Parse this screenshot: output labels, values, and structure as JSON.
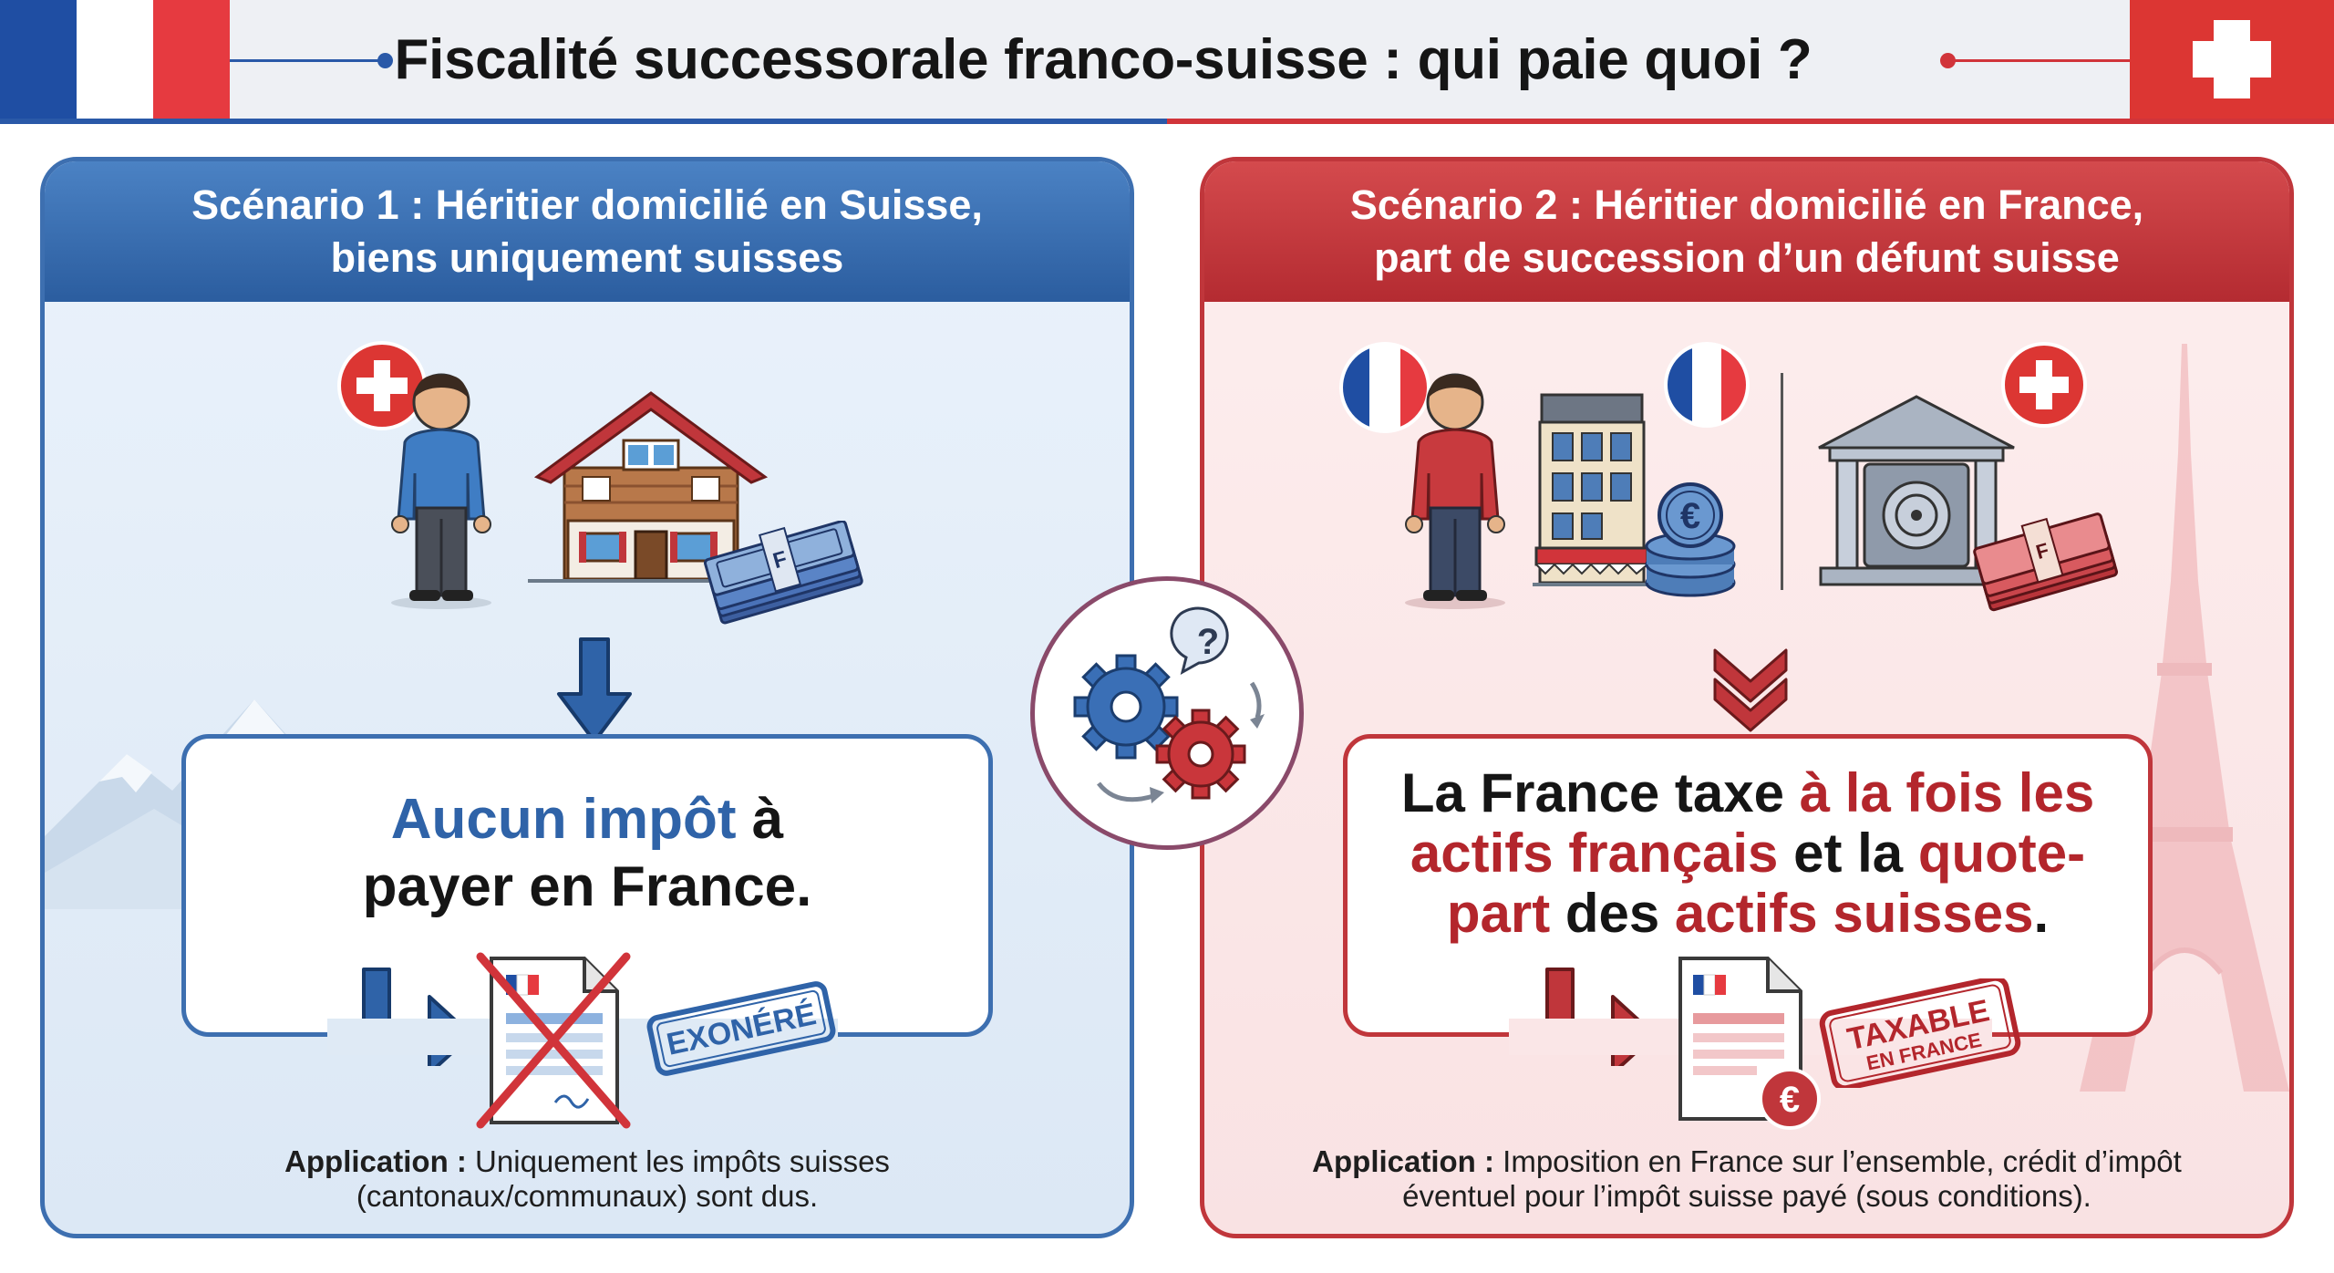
{
  "header": {
    "title": "Fiscalité successorale franco-suisse : qui paie quoi ?"
  },
  "scenario1": {
    "title": "Scénario 1 : Héritier domicilié en Suisse,\nbiens uniquement suisses",
    "result": {
      "highlight": "Aucun impôt",
      "part2": " à",
      "part3": "payer en France."
    },
    "stamp": "EXONÉRÉ",
    "money_label": "F",
    "application_label": "Application :",
    "application_line1": " Uniquement les impôts suisses",
    "application_line2": "(cantonaux/communaux) sont dus."
  },
  "scenario2": {
    "title": "Scénario 2 : Héritier domicilié en France,\npart de succession d’un défunt suisse",
    "result": {
      "t1": "La France taxe ",
      "h1": "à la fois les",
      "h2": "actifs français",
      "t2": " et la ",
      "h3": "quote-",
      "h4": "part",
      "t3": " des ",
      "h5": "actifs suisses",
      "t4": "."
    },
    "stamp_line1": "TAXABLE",
    "stamp_line2": "EN FRANCE",
    "coin_symbol": "€",
    "badge_symbol": "€",
    "money_label": "F",
    "application_label": "Application :",
    "application_line1": " Imposition en France sur l’ensemble, crédit d’impôt",
    "application_line2": "éventuel pour l’impôt suisse payé (sous conditions)."
  },
  "center": {
    "question_symbol": "?"
  },
  "colors": {
    "blue": "#2f63a8",
    "red": "#c0363b",
    "fr_blue": "#1f4ea3",
    "fr_red": "#e63a40",
    "ch_red": "#dc3633"
  }
}
